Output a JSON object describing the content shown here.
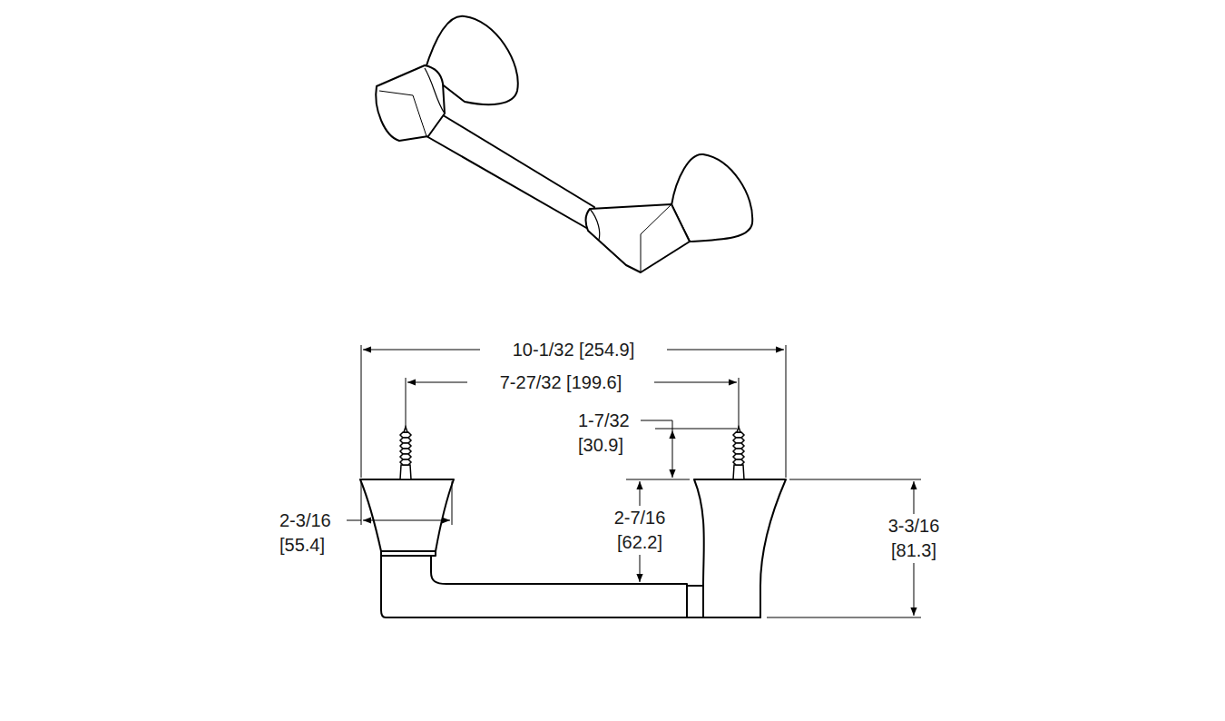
{
  "diagram": {
    "labels": [
      "10-1/32 [254.9]",
      "7-27/32 [199.6]",
      "1-7/32 [30.9]",
      "2-3/16 [55.4]",
      "2-7/16 [62.2]",
      "3-3/16 [81.3]"
    ]
  }
}
